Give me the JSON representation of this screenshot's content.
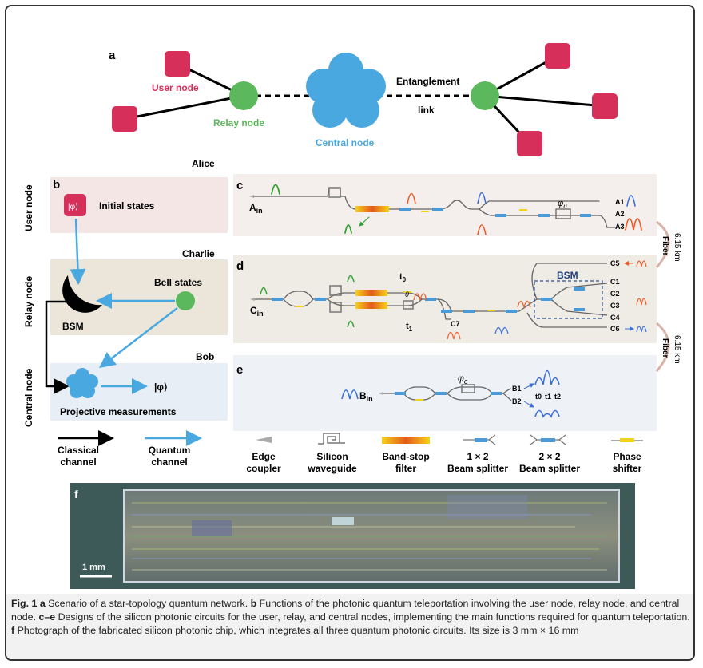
{
  "panel_a": {
    "label": "a",
    "user_node": "User node",
    "relay_node": "Relay node",
    "central_node": "Central node",
    "entanglement": "Entanglement",
    "link": "link",
    "colors": {
      "user": "#d6305a",
      "relay": "#5cb85c",
      "central": "#4aa8e0"
    }
  },
  "panel_b": {
    "label": "b",
    "row_user": "User node",
    "row_relay": "Relay node",
    "row_central": "Central node",
    "alice": "Alice",
    "charlie": "Charlie",
    "bob": "Bob",
    "initial_states": "Initial states",
    "state_symbol": "|φ⟩",
    "bell_states": "Bell states",
    "bsm": "BSM",
    "projective": "Projective measurements"
  },
  "panel_c": {
    "label": "c",
    "input": "A",
    "input_sub": "in",
    "outputs": [
      "A1",
      "A2",
      "A3"
    ],
    "phase": "φ",
    "phase_sub": "u"
  },
  "panel_d": {
    "label": "d",
    "input": "C",
    "input_sub": "in",
    "outputs": [
      "C5",
      "C1",
      "C2",
      "C3",
      "C4",
      "C6",
      "C7"
    ],
    "bsm": "BSM",
    "t0": "t",
    "t0_sub": "0",
    "t1": "t",
    "t1_sub": "1",
    "theta": "θ"
  },
  "panel_e": {
    "label": "e",
    "input": "B",
    "input_sub": "in",
    "outputs": [
      "B1",
      "B2"
    ],
    "phase": "φ",
    "phase_sub": "c",
    "times": [
      "t0",
      "t1",
      "t2"
    ]
  },
  "fiber": {
    "label": "Fiber",
    "length": "6.15 km"
  },
  "legend": {
    "classical": [
      "Classical",
      "channel"
    ],
    "quantum": [
      "Quantum",
      "channel"
    ],
    "edge_coupler": [
      "Edge",
      "coupler"
    ],
    "silicon_waveguide": [
      "Silicon",
      "waveguide"
    ],
    "band_stop": [
      "Band-stop",
      "filter"
    ],
    "bs12": [
      "1 × 2",
      "Beam splitter"
    ],
    "bs22": [
      "2 × 2",
      "Beam splitter"
    ],
    "phase_shifter": [
      "Phase",
      "shifter"
    ]
  },
  "panel_f": {
    "label": "f",
    "scale_bar": "1 mm"
  },
  "caption": {
    "fig": "Fig. 1",
    "a": "a",
    "a_text": " Scenario of a star-topology quantum network. ",
    "b": "b",
    "b_text": " Functions of the photonic quantum teleportation involving the user node, relay node, and central node. ",
    "ce": "c–e",
    "ce_text": " Designs of the silicon photonic circuits for the user, relay, and central nodes, implementing the main functions required for quantum teleportation. ",
    "f": "f",
    "f_text": " Photograph of the fabricated silicon photonic chip, which integrates all three quantum photonic circuits. Its size is 3 mm × 16 mm"
  }
}
